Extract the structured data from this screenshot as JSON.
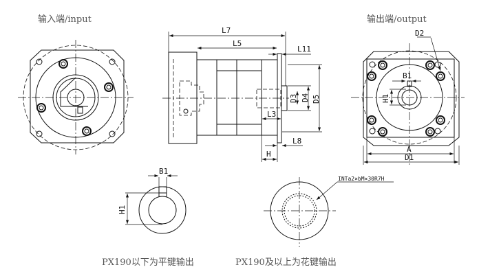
{
  "labels": {
    "input_title": "输入端/input",
    "output_title": "输出端/output",
    "caption_key": "PX190以下为平键输出",
    "caption_spline": "PX190及以上为花键输出",
    "spline_spec": "INTa2×bM×30R7H"
  },
  "dimensions": {
    "L7": "L7",
    "L5": "L5",
    "L11": "L11",
    "L3": "L3",
    "L8": "L8",
    "H": "H",
    "D2": "D2",
    "D3": "D3",
    "D4": "D4",
    "D5": "D5",
    "B1_out": "B1",
    "H1_out": "H1",
    "A": "A",
    "D1": "D1",
    "B1_key": "B1",
    "H1_key": "H1"
  }
}
